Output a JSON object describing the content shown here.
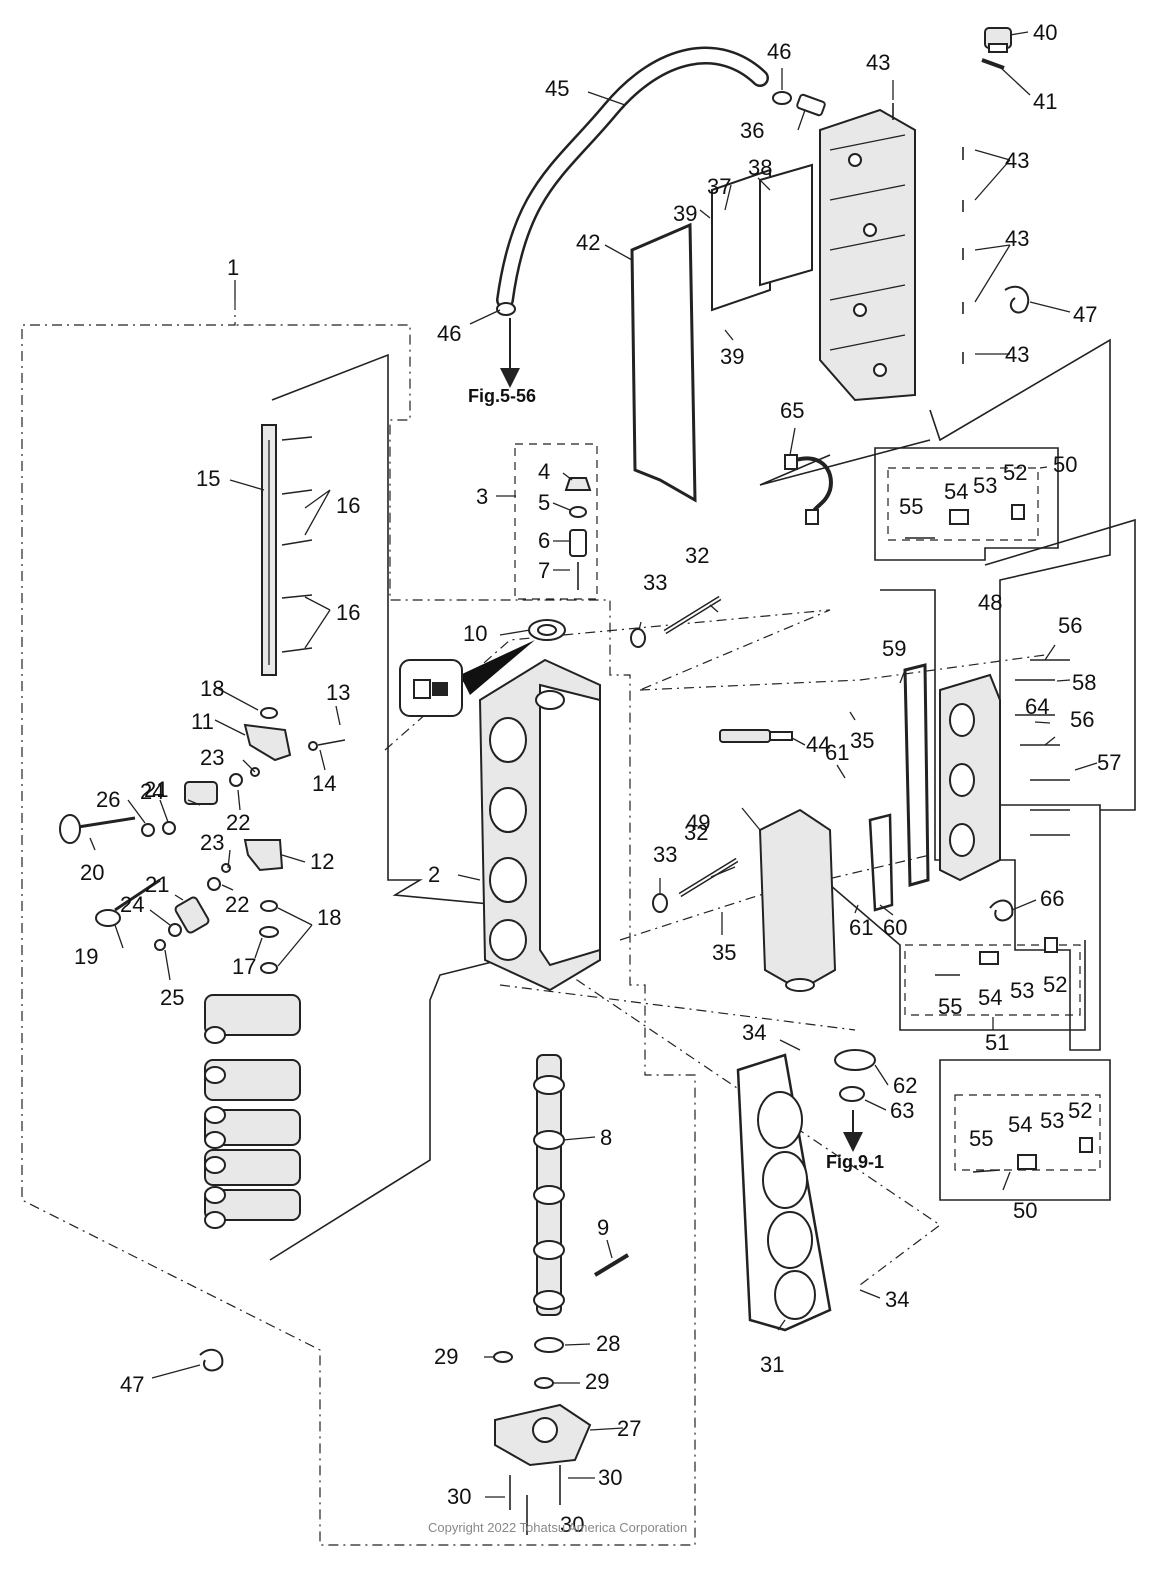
{
  "callouts": [
    {
      "id": "c1",
      "text": "1"
    },
    {
      "id": "c2",
      "text": "2"
    },
    {
      "id": "c3",
      "text": "3"
    },
    {
      "id": "c4",
      "text": "4"
    },
    {
      "id": "c5",
      "text": "5"
    },
    {
      "id": "c6",
      "text": "6"
    },
    {
      "id": "c7",
      "text": "7"
    },
    {
      "id": "c8",
      "text": "8"
    },
    {
      "id": "c9",
      "text": "9"
    },
    {
      "id": "c10",
      "text": "10"
    },
    {
      "id": "c11",
      "text": "11"
    },
    {
      "id": "c12",
      "text": "12"
    },
    {
      "id": "c13",
      "text": "13"
    },
    {
      "id": "c14",
      "text": "14"
    },
    {
      "id": "c15",
      "text": "15"
    },
    {
      "id": "c16a",
      "text": "16"
    },
    {
      "id": "c16b",
      "text": "16"
    },
    {
      "id": "c17",
      "text": "17"
    },
    {
      "id": "c18a",
      "text": "18"
    },
    {
      "id": "c18b",
      "text": "18"
    },
    {
      "id": "c19",
      "text": "19"
    },
    {
      "id": "c20",
      "text": "20"
    },
    {
      "id": "c21a",
      "text": "21"
    },
    {
      "id": "c21b",
      "text": "21"
    },
    {
      "id": "c22a",
      "text": "22"
    },
    {
      "id": "c22b",
      "text": "22"
    },
    {
      "id": "c23a",
      "text": "23"
    },
    {
      "id": "c23b",
      "text": "23"
    },
    {
      "id": "c24a",
      "text": "24"
    },
    {
      "id": "c24b",
      "text": "24"
    },
    {
      "id": "c25",
      "text": "25"
    },
    {
      "id": "c26",
      "text": "26"
    },
    {
      "id": "c27",
      "text": "27"
    },
    {
      "id": "c28",
      "text": "28"
    },
    {
      "id": "c29a",
      "text": "29"
    },
    {
      "id": "c29b",
      "text": "29"
    },
    {
      "id": "c30a",
      "text": "30"
    },
    {
      "id": "c30b",
      "text": "30"
    },
    {
      "id": "c30c",
      "text": "30"
    },
    {
      "id": "c31",
      "text": "31"
    },
    {
      "id": "c32a",
      "text": "32"
    },
    {
      "id": "c32b",
      "text": "32"
    },
    {
      "id": "c33a",
      "text": "33"
    },
    {
      "id": "c33b",
      "text": "33"
    },
    {
      "id": "c34a",
      "text": "34"
    },
    {
      "id": "c34b",
      "text": "34"
    },
    {
      "id": "c35a",
      "text": "35"
    },
    {
      "id": "c35b",
      "text": "35"
    },
    {
      "id": "c36",
      "text": "36"
    },
    {
      "id": "c37",
      "text": "37"
    },
    {
      "id": "c38",
      "text": "38"
    },
    {
      "id": "c39a",
      "text": "39"
    },
    {
      "id": "c39b",
      "text": "39"
    },
    {
      "id": "c40",
      "text": "40"
    },
    {
      "id": "c41",
      "text": "41"
    },
    {
      "id": "c42",
      "text": "42"
    },
    {
      "id": "c43a",
      "text": "43"
    },
    {
      "id": "c43b",
      "text": "43"
    },
    {
      "id": "c43c",
      "text": "43"
    },
    {
      "id": "c43d",
      "text": "43"
    },
    {
      "id": "c44",
      "text": "44"
    },
    {
      "id": "c45",
      "text": "45"
    },
    {
      "id": "c46a",
      "text": "46"
    },
    {
      "id": "c46b",
      "text": "46"
    },
    {
      "id": "c47a",
      "text": "47"
    },
    {
      "id": "c47b",
      "text": "47"
    },
    {
      "id": "c48",
      "text": "48"
    },
    {
      "id": "c49",
      "text": "49"
    },
    {
      "id": "c50a",
      "text": "50"
    },
    {
      "id": "c50b",
      "text": "50"
    },
    {
      "id": "c51",
      "text": "51"
    },
    {
      "id": "c52a",
      "text": "52"
    },
    {
      "id": "c52b",
      "text": "52"
    },
    {
      "id": "c52c",
      "text": "52"
    },
    {
      "id": "c53a",
      "text": "53"
    },
    {
      "id": "c53b",
      "text": "53"
    },
    {
      "id": "c53c",
      "text": "53"
    },
    {
      "id": "c54a",
      "text": "54"
    },
    {
      "id": "c54b",
      "text": "54"
    },
    {
      "id": "c54c",
      "text": "54"
    },
    {
      "id": "c55a",
      "text": "55"
    },
    {
      "id": "c55b",
      "text": "55"
    },
    {
      "id": "c55c",
      "text": "55"
    },
    {
      "id": "c56a",
      "text": "56"
    },
    {
      "id": "c56b",
      "text": "56"
    },
    {
      "id": "c57",
      "text": "57"
    },
    {
      "id": "c58",
      "text": "58"
    },
    {
      "id": "c59",
      "text": "59"
    },
    {
      "id": "c60",
      "text": "60"
    },
    {
      "id": "c61a",
      "text": "61"
    },
    {
      "id": "c61b",
      "text": "61"
    },
    {
      "id": "c62",
      "text": "62"
    },
    {
      "id": "c63",
      "text": "63"
    },
    {
      "id": "c64",
      "text": "64"
    },
    {
      "id": "c65",
      "text": "65"
    },
    {
      "id": "c66",
      "text": "66"
    }
  ],
  "references": {
    "fig_5_56": "Fig.5-56",
    "fig_9_1": "Fig.9-1"
  },
  "copyright": "Copyright 2022 Tohatsu America Corporation"
}
